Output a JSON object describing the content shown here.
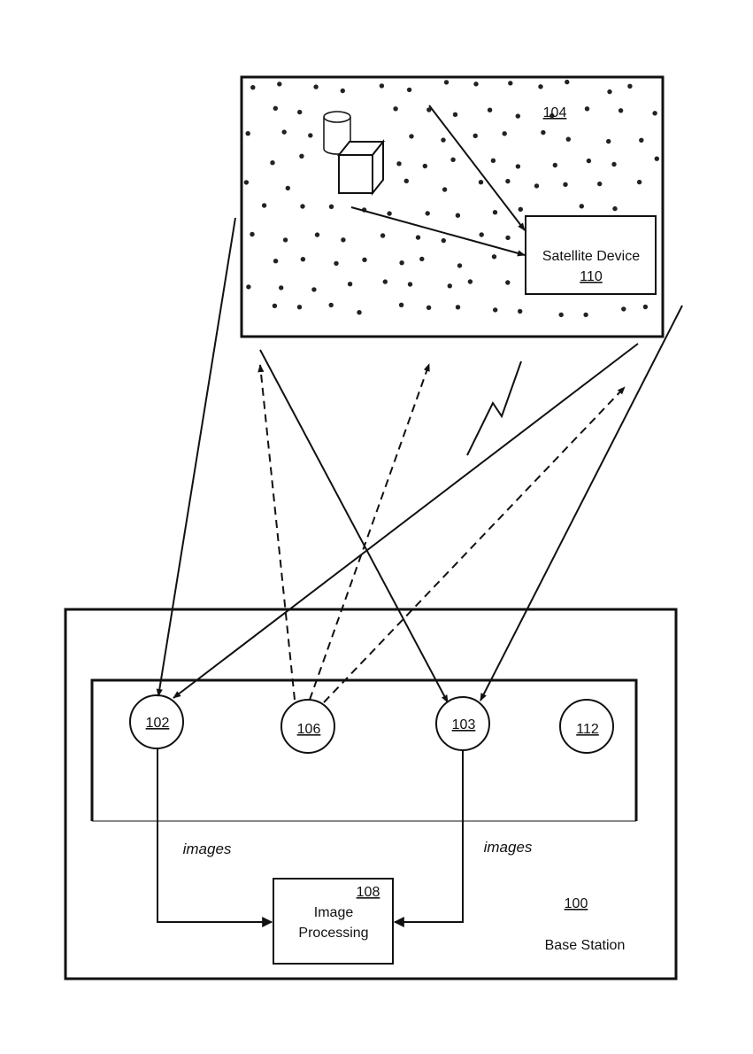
{
  "scene": {
    "ref": "104",
    "satellite_device": {
      "label": "Satellite Device",
      "ref": "110"
    }
  },
  "base_station": {
    "ref": "100",
    "label": "Base Station",
    "nodes": [
      {
        "ref": "102"
      },
      {
        "ref": "106"
      },
      {
        "ref": "103"
      },
      {
        "ref": "112"
      }
    ],
    "image_processing": {
      "ref": "108",
      "line1": "Image",
      "line2": "Processing"
    },
    "flow_labels": {
      "left": "images",
      "right": "images"
    }
  }
}
